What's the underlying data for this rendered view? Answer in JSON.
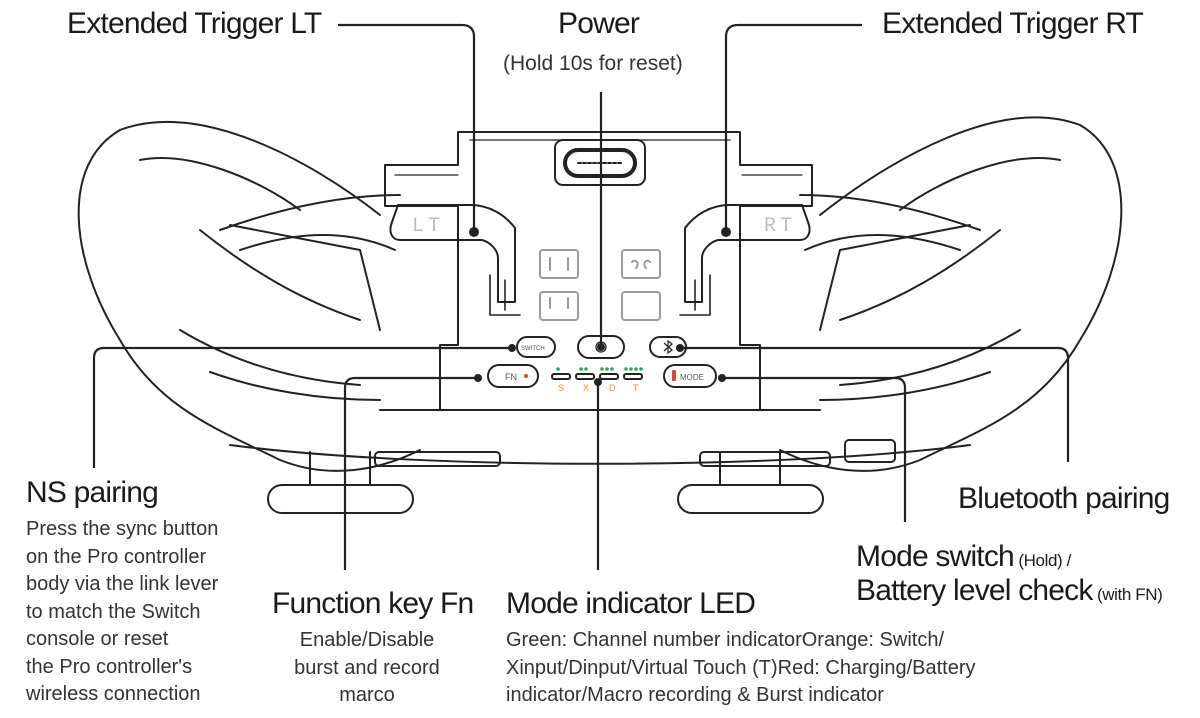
{
  "labels": {
    "lt": "Extended Trigger LT",
    "power": "Power",
    "power_note": "(Hold 10s for reset)",
    "rt": "Extended Trigger RT",
    "ns_title": "NS pairing",
    "ns_desc": [
      "Press the sync button",
      "on the Pro controller",
      "body via the link lever",
      "to match the Switch",
      "console or reset",
      "the Pro controller's",
      "wireless connection"
    ],
    "fn_title": "Function key Fn",
    "fn_desc": [
      "Enable/Disable",
      "burst and record",
      "marco"
    ],
    "led_title": "Mode indicator LED",
    "led_desc": [
      "Green: Channel number indicatorOrange: Switch/",
      "Xinput/Dinput/Virtual Touch (T)Red: Charging/Battery",
      "indicator/Macro recording & Burst indicator"
    ],
    "bt_title": "Bluetooth pairing",
    "mode_title": "Mode switch",
    "mode_hold": "(Hold) /",
    "battery_title": "Battery level check",
    "battery_note": "(with FN)"
  },
  "device": {
    "lt_text": "LT",
    "rt_text": "RT",
    "switch_text": "SWITCH",
    "fn_text": "FN",
    "mode_text": "MODE",
    "led_letters": [
      "S",
      "X",
      "D",
      "T"
    ],
    "led_letter_color": "#f08a24",
    "led_dot_color": "#2aa85a",
    "accent_red": "#d6453a"
  },
  "icons": [
    "power-icon",
    "bluetooth-icon",
    "usb-c-port-icon"
  ]
}
